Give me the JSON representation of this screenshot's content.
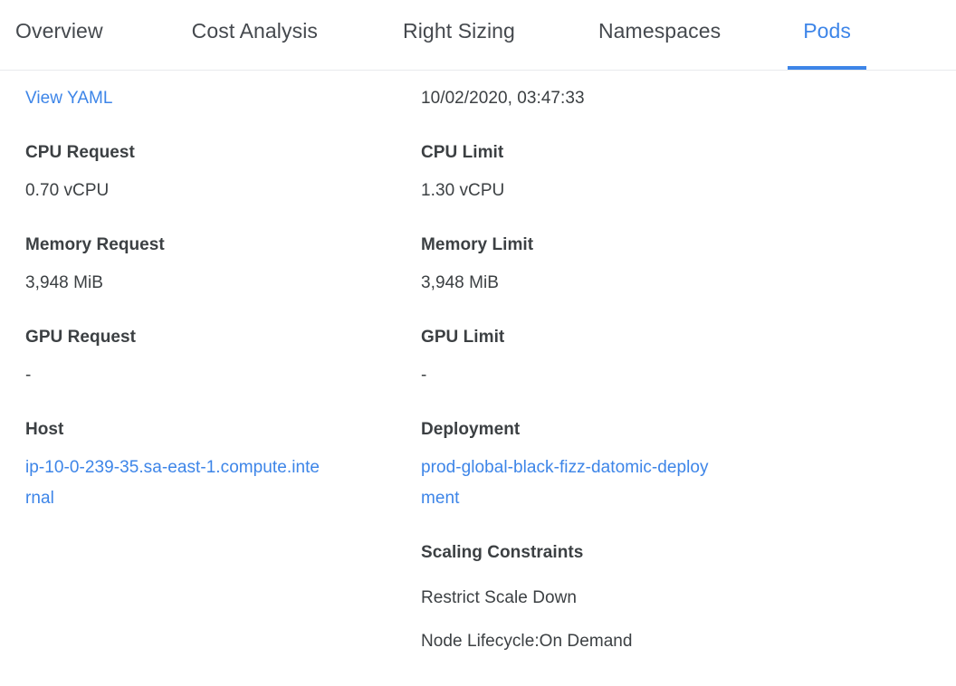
{
  "tabs": [
    {
      "label": "Overview",
      "active": false
    },
    {
      "label": "Cost Analysis",
      "active": false
    },
    {
      "label": "Right Sizing",
      "active": false
    },
    {
      "label": "Namespaces",
      "active": false
    },
    {
      "label": "Pods",
      "active": true
    }
  ],
  "colors": {
    "accent": "#3d85e8",
    "text": "#3c4043",
    "tab_inactive": "#45494e",
    "divider": "#e8eaed"
  },
  "left_column": {
    "view_yaml_link": "View YAML",
    "fields": [
      {
        "label": "CPU Request",
        "value": "0.70 vCPU"
      },
      {
        "label": "Memory Request",
        "value": "3,948 MiB"
      },
      {
        "label": "GPU Request",
        "value": "-"
      },
      {
        "label": "Host",
        "value": "ip-10-0-239-35.sa-east-1.compute.internal"
      }
    ]
  },
  "right_column": {
    "timestamp": "10/02/2020, 03:47:33",
    "fields": [
      {
        "label": "CPU Limit",
        "value": "1.30 vCPU"
      },
      {
        "label": "Memory Limit",
        "value": "3,948 MiB"
      },
      {
        "label": "GPU Limit",
        "value": "-"
      },
      {
        "label": "Deployment",
        "value": "prod-global-black-fizz-datomic-deployment"
      }
    ],
    "scaling_constraints": {
      "heading": "Scaling Constraints",
      "items": [
        "Restrict Scale Down",
        "Node Lifecycle:On Demand"
      ]
    }
  }
}
